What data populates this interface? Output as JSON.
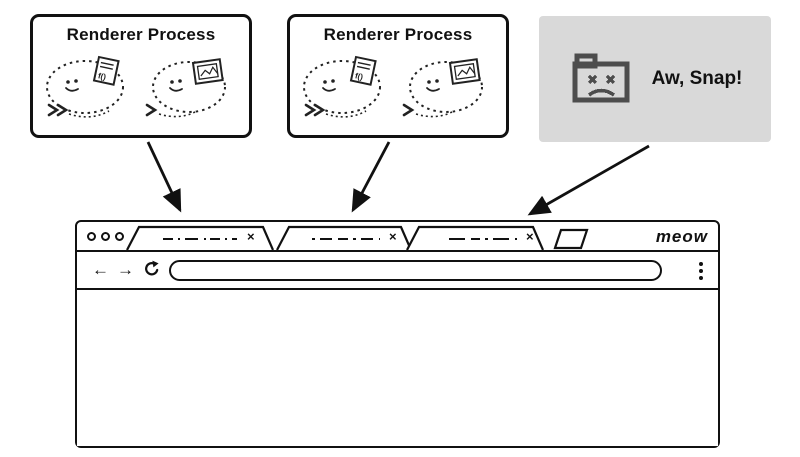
{
  "diagram": {
    "renderer_box_1": {
      "title": "Renderer Process"
    },
    "renderer_box_2": {
      "title": "Renderer Process"
    },
    "crash_box": {
      "label": "Aw, Snap!"
    },
    "colors": {
      "crash_box_bg": "#d9d9d9",
      "stroke": "#111111",
      "icon_gray": "#4d4d4d"
    }
  },
  "browser": {
    "logo": "meow",
    "tabs": [
      {
        "close": "×"
      },
      {
        "close": "×"
      },
      {
        "close": "×"
      }
    ],
    "nav": {
      "back": "←",
      "forward": "→"
    }
  }
}
